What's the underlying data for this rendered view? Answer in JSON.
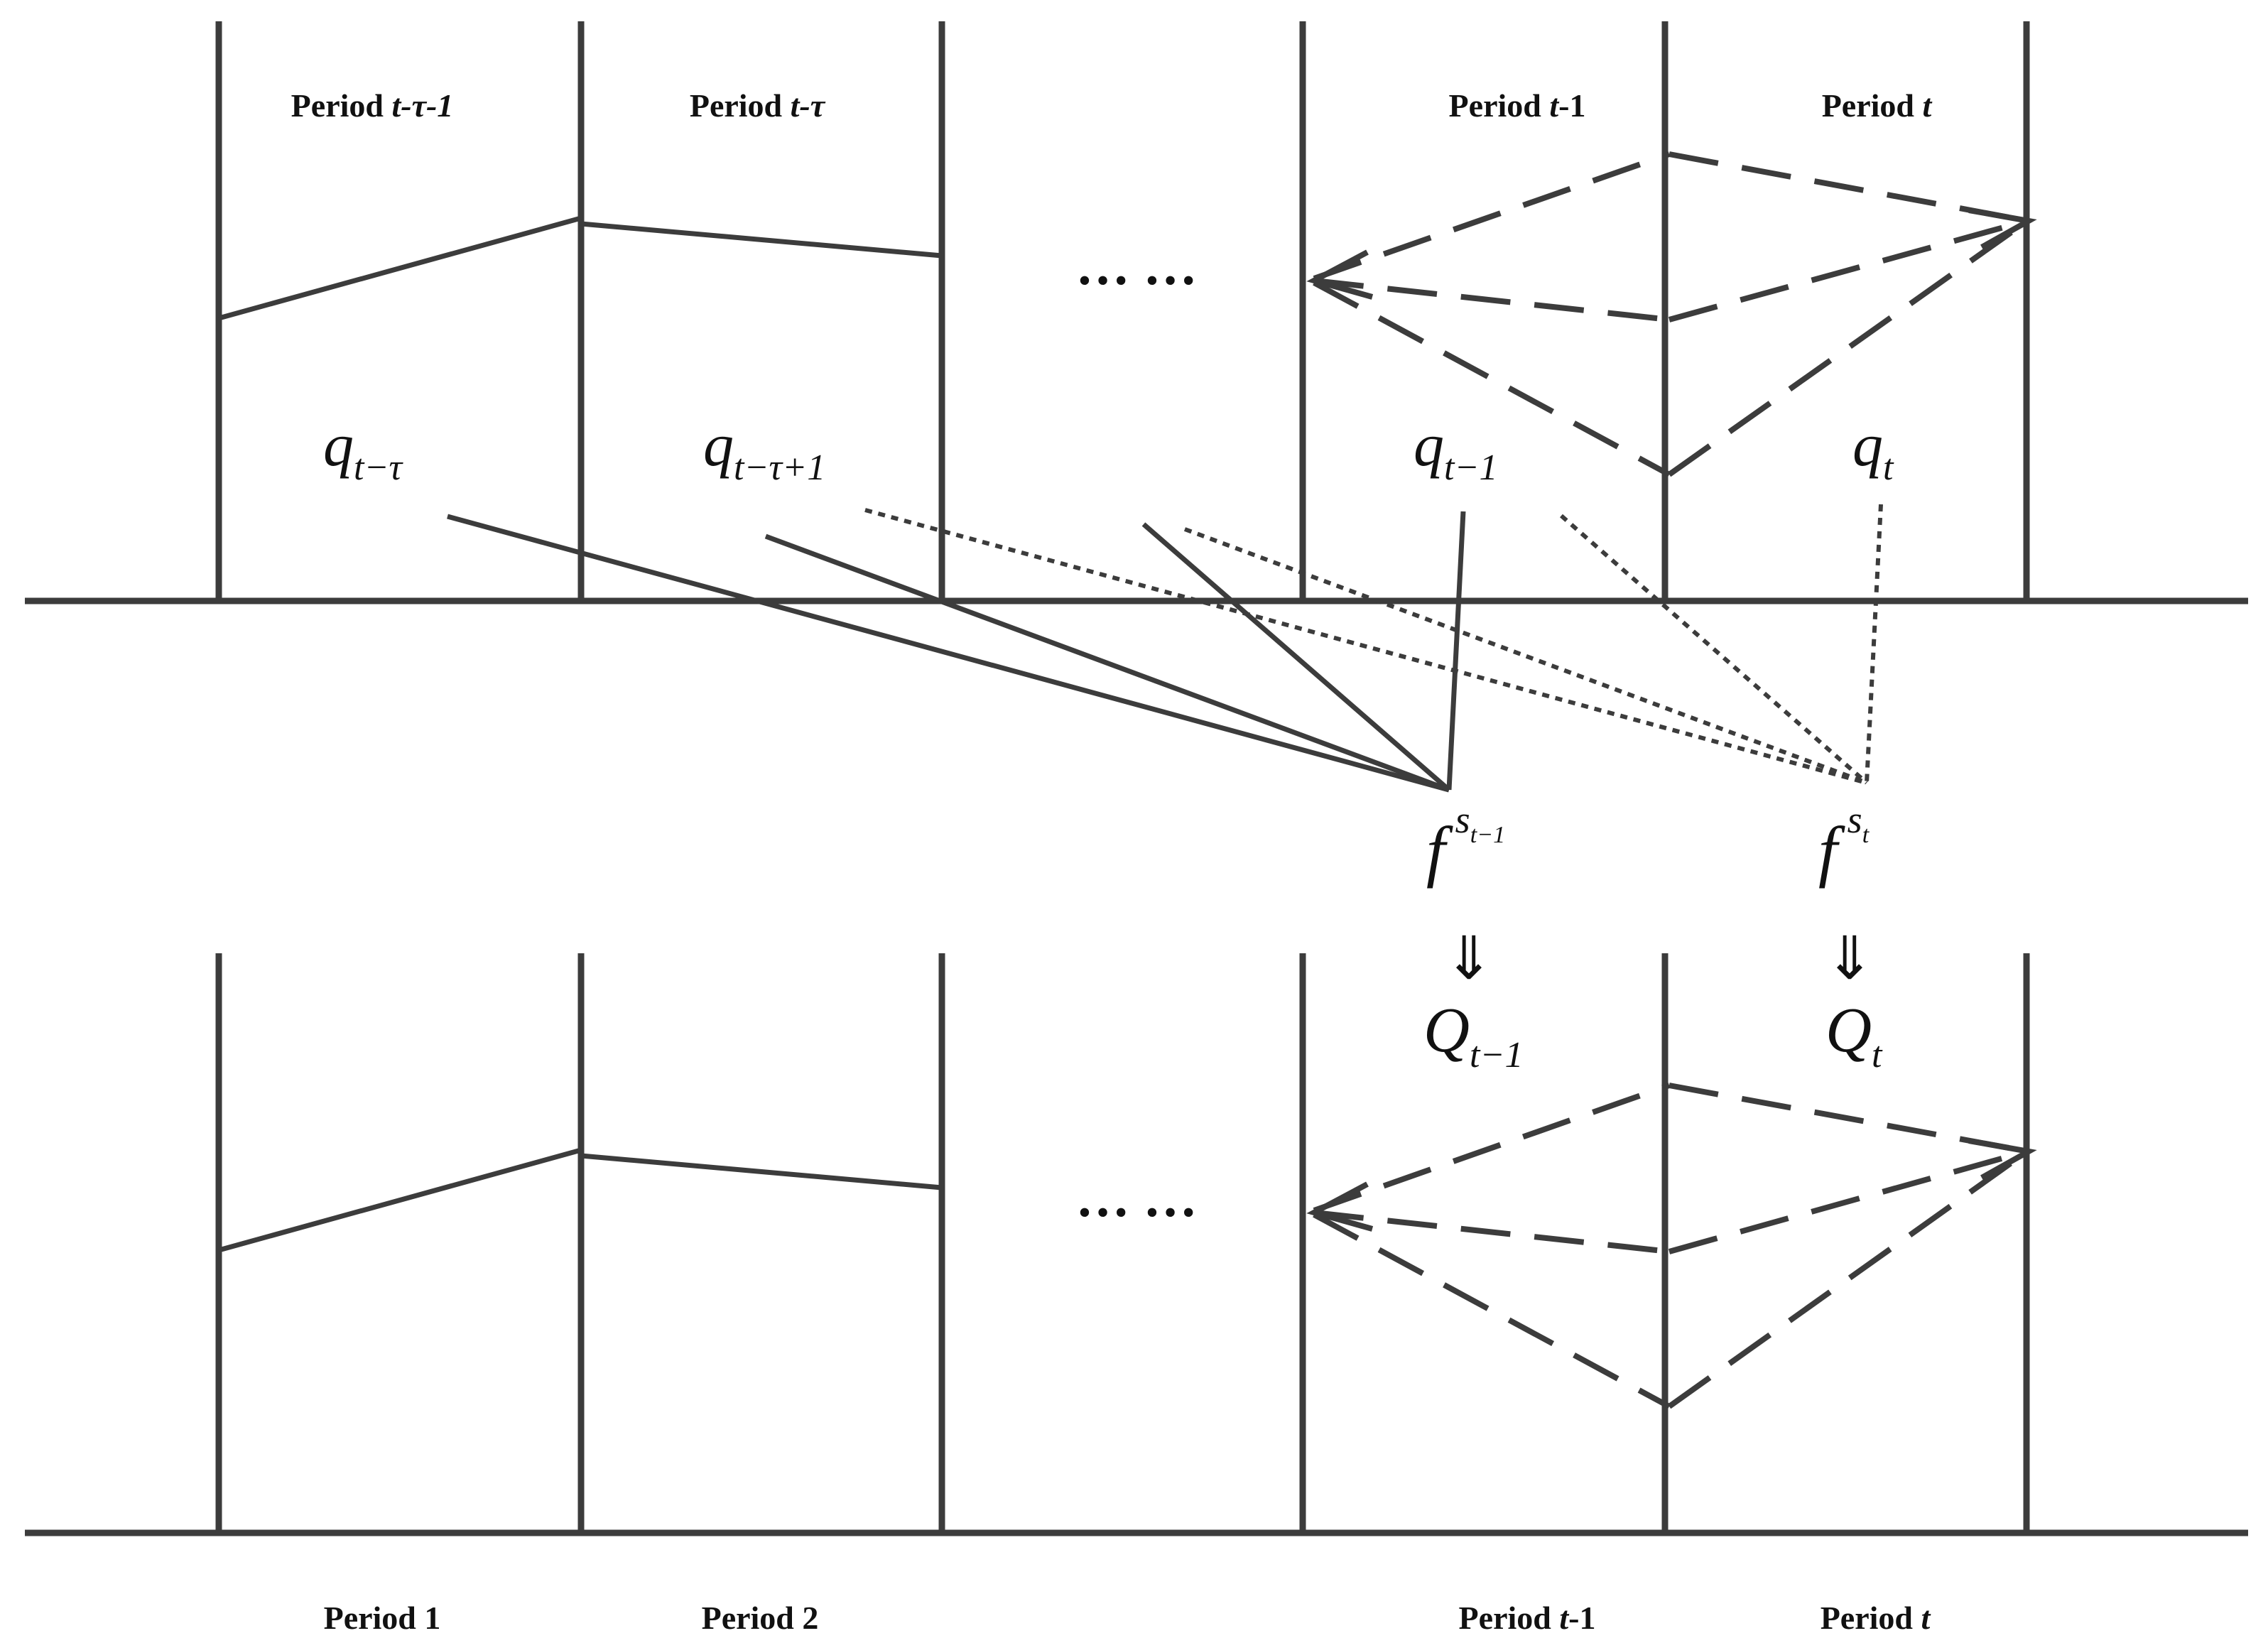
{
  "top_panel": {
    "headers": {
      "p1": {
        "pre": "Period ",
        "var": "t-τ-1"
      },
      "p2": {
        "pre": "Period ",
        "var": "t-τ"
      },
      "p3": {
        "pre": "Period ",
        "var": "t",
        "post": "-1"
      },
      "p4": {
        "pre": "Period ",
        "var": "t"
      }
    },
    "ellipsis": "… …",
    "quantities": {
      "q1": {
        "base": "q",
        "sub": "t−τ"
      },
      "q2": {
        "base": "q",
        "sub": "t−τ+1"
      },
      "q3": {
        "base": "q",
        "sub": "t−1"
      },
      "q4": {
        "base": "q",
        "sub": "t"
      }
    }
  },
  "forecasts": {
    "f1": {
      "base": "f",
      "sup": "s",
      "subsub": "t−1"
    },
    "f2": {
      "base": "f",
      "sup": "s",
      "subsub": "t"
    }
  },
  "arrow_symbol": "⇓",
  "aggregates": {
    "Q1": {
      "base": "Q",
      "sub": "t−1"
    },
    "Q2": {
      "base": "Q",
      "sub": "t"
    }
  },
  "bottom_panel": {
    "ellipsis": "… …",
    "labels": {
      "p1": {
        "text": "Period 1"
      },
      "p2": {
        "text": "Period 2"
      },
      "p3": {
        "pre": "Period ",
        "var": "t",
        "post": "-1"
      },
      "p4": {
        "pre": "Period ",
        "var": "t"
      }
    }
  },
  "colors": {
    "line": "#3c3c3c",
    "text": "#111111",
    "background": "#ffffff"
  }
}
